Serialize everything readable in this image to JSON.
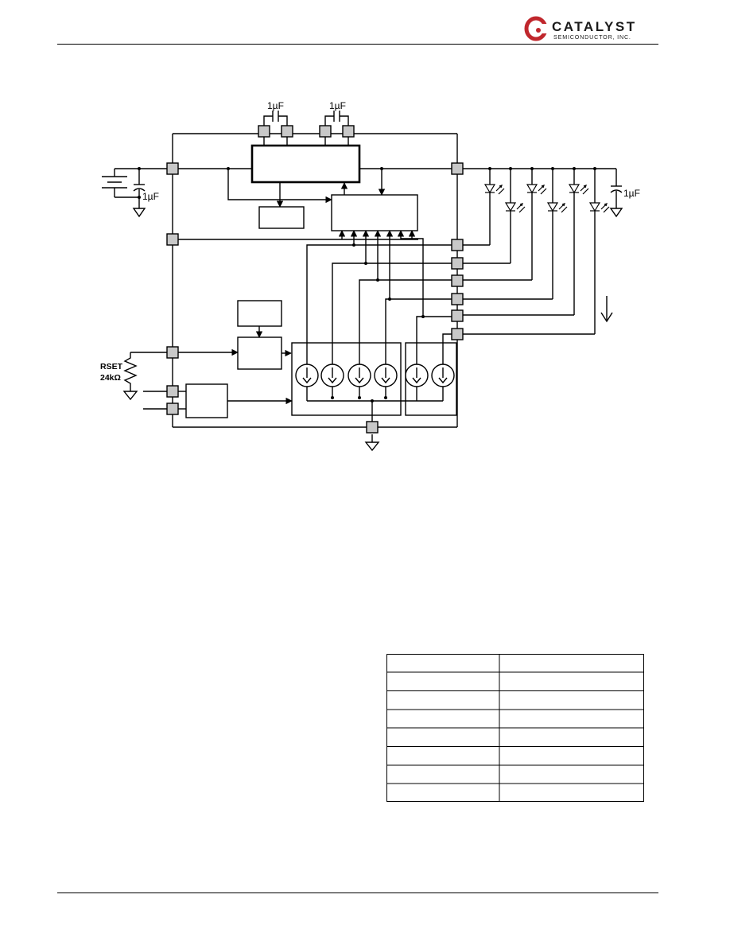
{
  "header": {
    "logo_word": "CATALYST",
    "logo_sub": "SEMICONDUCTOR, INC.",
    "logo_color": "#c0272d"
  },
  "diagram": {
    "cap_fly_1": "1µF",
    "cap_fly_2": "1µF",
    "cap_in": "1µF",
    "cap_out": "1µF",
    "rset_name": "RSET",
    "rset_value": "24kΩ"
  },
  "table": {
    "rows": 8,
    "cols": 2
  }
}
